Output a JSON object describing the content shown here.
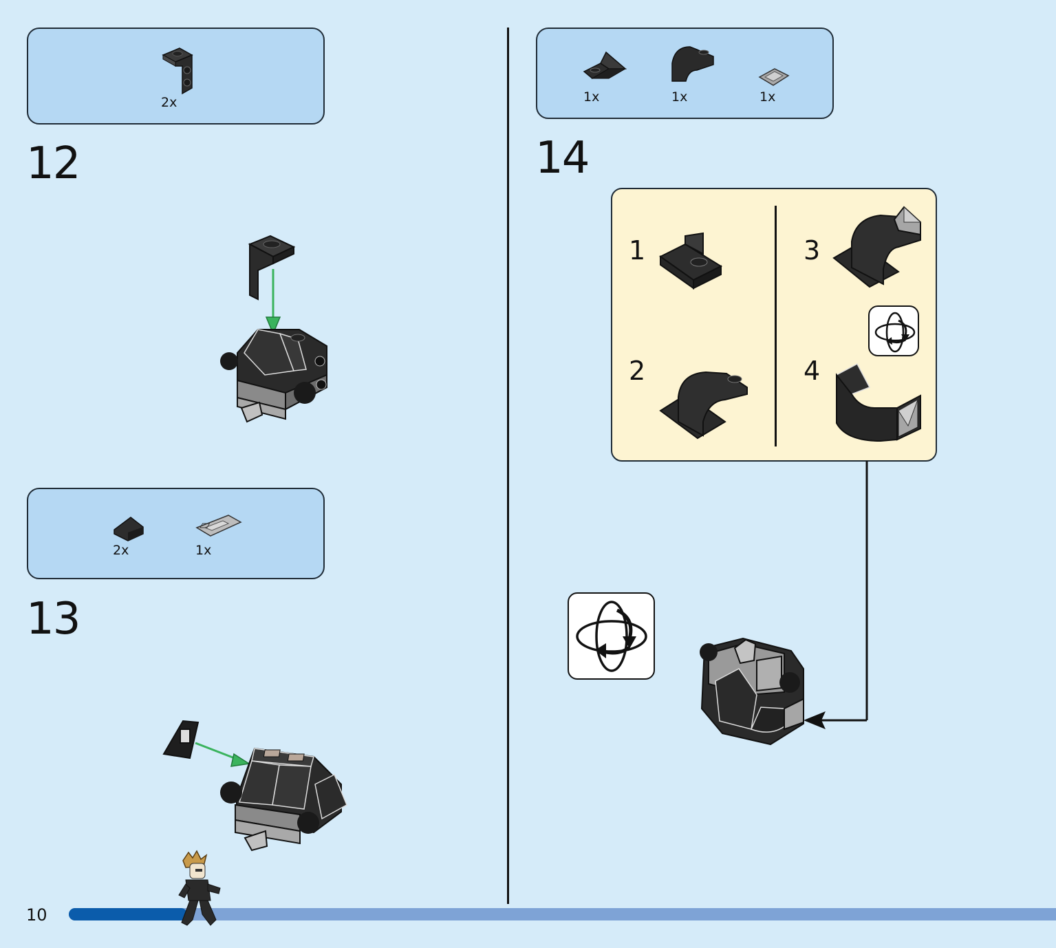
{
  "page": {
    "number": "10",
    "progress": 0.12
  },
  "steps": [
    {
      "number": "12",
      "parts": [
        {
          "qty": "2x",
          "icon": "black-bracket-icon"
        }
      ]
    },
    {
      "number": "13",
      "parts": [
        {
          "qty": "2x",
          "icon": "black-slope-icon"
        },
        {
          "qty": "1x",
          "icon": "grey-tile-icon"
        }
      ]
    },
    {
      "number": "14",
      "parts": [
        {
          "qty": "1x",
          "icon": "black-plate-icon"
        },
        {
          "qty": "1x",
          "icon": "black-curved-slope-icon"
        },
        {
          "qty": "1x",
          "icon": "grey-tile-icon"
        }
      ],
      "substeps": [
        "1",
        "2",
        "3",
        "4"
      ]
    }
  ],
  "colors": {
    "background": "#d5ebf9",
    "parts_box": "#b5d8f3",
    "substep_box": "#fdf4d2",
    "arrow": "#3ab35d",
    "progress_done": "#0b5cab",
    "progress_track": "#7ea3d6"
  }
}
